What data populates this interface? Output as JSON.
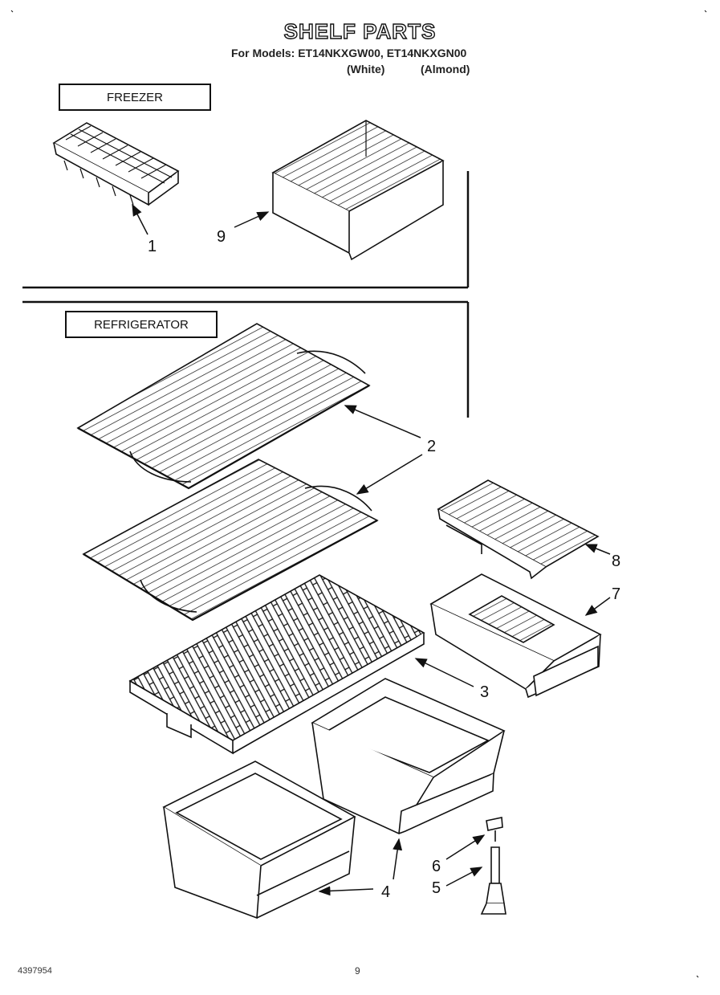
{
  "title": "SHELF PARTS",
  "models_line": "For Models: ET14NKXGW00, ET14NKXGN00",
  "variants": {
    "white": "(White)",
    "almond": "(Almond)"
  },
  "sections": {
    "freezer": "FREEZER",
    "refrigerator": "REFRIGERATOR"
  },
  "callouts": [
    "1",
    "9",
    "2",
    "8",
    "7",
    "3",
    "6",
    "5",
    "4"
  ],
  "footer": {
    "code": "4397954",
    "page": "9"
  }
}
